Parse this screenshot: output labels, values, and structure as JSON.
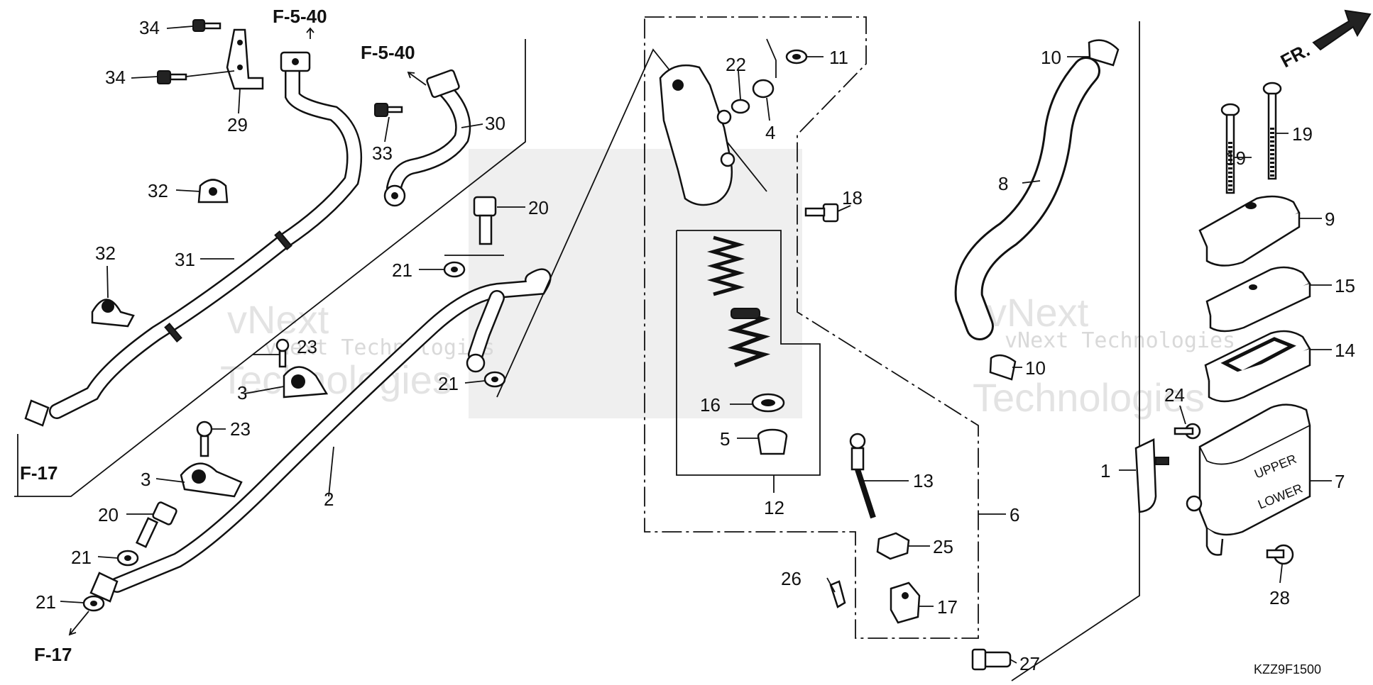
{
  "diagram": {
    "watermarks": [
      "vNext Technologies",
      "vNext Technologies",
      "Technologies",
      "Technologies",
      "vNext",
      "vNext"
    ],
    "diagram_code": "KZZ9F1500",
    "direction_label": "FR.",
    "ref_labels": [
      "F-5-40",
      "F-5-40",
      "F-17",
      "F-17"
    ],
    "callouts": {
      "p34a": "34",
      "p34b": "34",
      "p29": "29",
      "p33": "33",
      "p30": "30",
      "p32a": "32",
      "p32b": "32",
      "p31": "31",
      "p20a": "20",
      "p21a": "21",
      "p21b": "21",
      "p23a": "23",
      "p3a": "3",
      "p23b": "23",
      "p3b": "3",
      "p2": "2",
      "p20b": "20",
      "p21c": "21",
      "p21d": "21",
      "p22": "22",
      "p11": "11",
      "p4": "4",
      "p18": "18",
      "p16": "16",
      "p5": "5",
      "p12": "12",
      "p13": "13",
      "p6": "6",
      "p25": "25",
      "p26": "26",
      "p17": "17",
      "p27": "27",
      "p10a": "10",
      "p8": "8",
      "p10b": "10",
      "p19a": "19",
      "p19b": "19",
      "p9": "9",
      "p15": "15",
      "p14": "14",
      "p24": "24",
      "p1": "1",
      "p7": "7",
      "p28": "28"
    },
    "reservoir_marks": [
      "UPPER",
      "LOWER"
    ]
  }
}
